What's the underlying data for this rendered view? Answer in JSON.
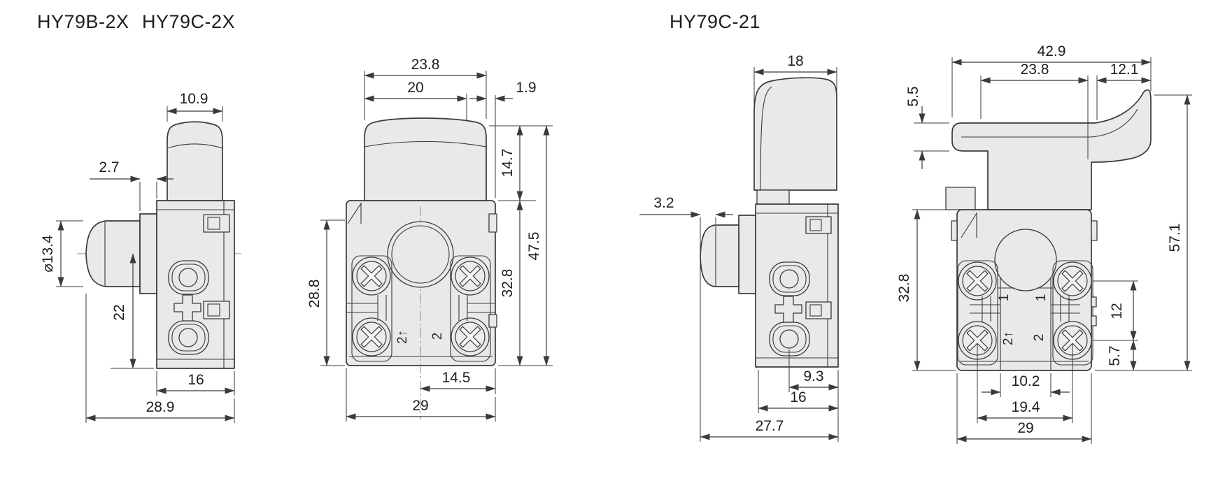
{
  "drawing": {
    "background": "#ffffff",
    "line_color": "#3a3a3a",
    "part_fill": "#e9e9e9",
    "text_color": "#1e1e1e"
  },
  "titles": {
    "model_b2x": "HY79B-2X",
    "model_c2x": "HY79C-2X",
    "model_c21": "HY79C-21"
  },
  "view1": {
    "d10_9": "10.9",
    "d2_7": "2.7",
    "d13_4": "⌀13.4",
    "d22": "22",
    "d16": "16",
    "d28_9": "28.9"
  },
  "view2": {
    "d23_8": "23.8",
    "d20": "20",
    "d1_9": "1.9",
    "d14_7": "14.7",
    "d32_8": "32.8",
    "d47_5": "47.5",
    "d28_8": "28.8",
    "d14_5": "14.5",
    "d29": "29",
    "label_2_up": "2↑",
    "label_2": "2"
  },
  "view3": {
    "d18": "18",
    "d3_2": "3.2",
    "d9_3": "9.3",
    "d16": "16",
    "d27_7": "27.7"
  },
  "view4": {
    "d42_9": "42.9",
    "d23_8": "23.8",
    "d12_1": "12.1",
    "d5_5": "5.5",
    "d57_1": "57.1",
    "d32_8": "32.8",
    "d12": "12",
    "d5_7": "5.7",
    "d10_2": "10.2",
    "d19_4": "19.4",
    "d29": "29",
    "label_1_left": "1",
    "label_1_right": "1",
    "label_2_up": "2↑",
    "label_2": "2"
  }
}
